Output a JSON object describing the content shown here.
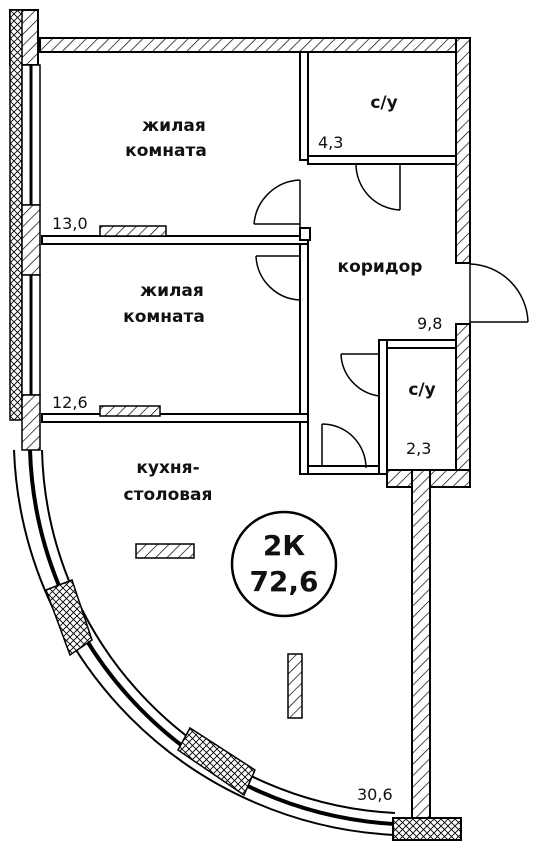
{
  "rooms": {
    "bedroom_1": {
      "name_line1": "жилая",
      "name_line2": "комната",
      "area": "13,0"
    },
    "bedroom_2": {
      "name_line1": "жилая",
      "name_line2": "комната",
      "area": "12,6"
    },
    "bathroom_1": {
      "name": "с/у",
      "area": "4,3"
    },
    "corridor": {
      "name": "коридор",
      "area": "9,8"
    },
    "bathroom_2": {
      "name": "с/у",
      "area": "2,3"
    },
    "kitchen": {
      "name_line1": "кухня-",
      "name_line2": "столовая",
      "area": "30,6"
    }
  },
  "badge": {
    "type": "2К",
    "total_area": "72,6"
  },
  "colors": {
    "wall": "#000000",
    "hatch": "#000000",
    "background": "#ffffff"
  }
}
